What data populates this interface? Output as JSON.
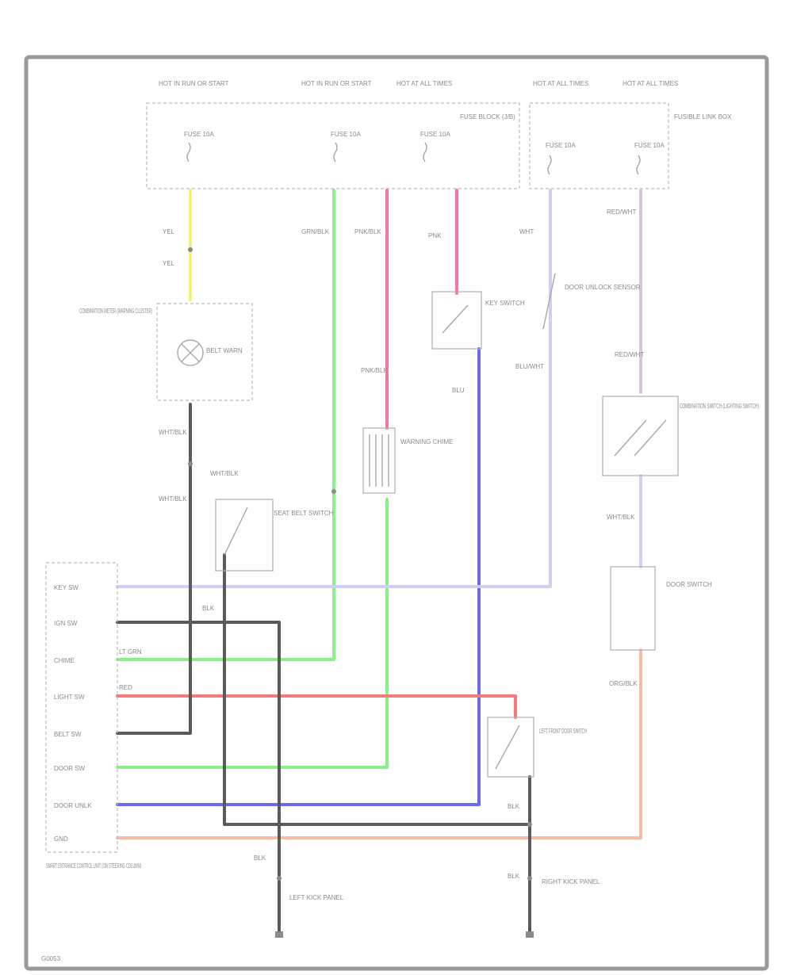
{
  "colors": {
    "yellow": "#f2f27a",
    "green": "#8af08a",
    "pink": "#f27aa0",
    "blue": "#6a6aee",
    "lightblue": "#cfcff4",
    "black": "#5a5a5a",
    "red": "#f27a7a",
    "salmon": "#f4bda8",
    "lavender": "#d7c8d8",
    "frame": "#9a9a9a"
  },
  "fuses": {
    "f1": {
      "label": "HOT IN RUN OR START",
      "fuse": "FUSE 10A"
    },
    "f2": {
      "label": "HOT IN RUN OR START",
      "fuse": "FUSE 10A"
    },
    "f3": {
      "label": "HOT AT ALL TIMES",
      "fuse": "FUSE 10A"
    },
    "f4": {
      "label": "HOT AT ALL TIMES",
      "fuse": "FUSE 10A"
    },
    "f5": {
      "label": "HOT AT ALL TIMES",
      "fuse": "FUSE 10A"
    }
  },
  "components": {
    "fuse_block": "FUSE BLOCK (J/B)",
    "fusible_link": "FUSIBLE LINK BOX",
    "combination_meter": "COMBINATION METER (WARNING CLUSTER)",
    "belt_warn": "BELT WARN",
    "door_switch": "DOOR SWITCH",
    "light_switch": "COMBINATION SWITCH (LIGHTING SWITCH)",
    "warning_chime": "WARNING CHIME",
    "seat_belt_switch": "SEAT BELT SWITCH",
    "key_switch": "KEY SWITCH",
    "door_unlock_sensor": "DOOR UNLOCK SENSOR",
    "left_front_door_switch": "LEFT FRONT DOOR SWITCH",
    "time_control_unit": "SMART ENTRANCE CONTROL UNIT (ON STEERING COLUMN)",
    "ground_left": "LEFT KICK PANEL",
    "ground_right": "RIGHT KICK PANEL"
  },
  "wires": {
    "yel": "YEL",
    "grn_blk": "GRN/BLK",
    "pnk_blk": "PNK/BLK",
    "pnk": "PNK",
    "wht": "WHT",
    "red_wht": "RED/WHT",
    "blu_wht": "BLU/WHT",
    "blu": "BLU",
    "wht_blk": "WHT/BLK",
    "lt_grn": "LT GRN",
    "red": "RED",
    "blk": "BLK",
    "org_blk": "ORG/BLK"
  },
  "unit_pins": {
    "p1": "KEY SW",
    "p2": "IGN SW",
    "p3": "CHIME",
    "p4": "LIGHT SW",
    "p5": "BELT SW",
    "p6": "DOOR SW",
    "p7": "DOOR UNLK",
    "p8": "GND"
  },
  "footer_code": "G0053"
}
